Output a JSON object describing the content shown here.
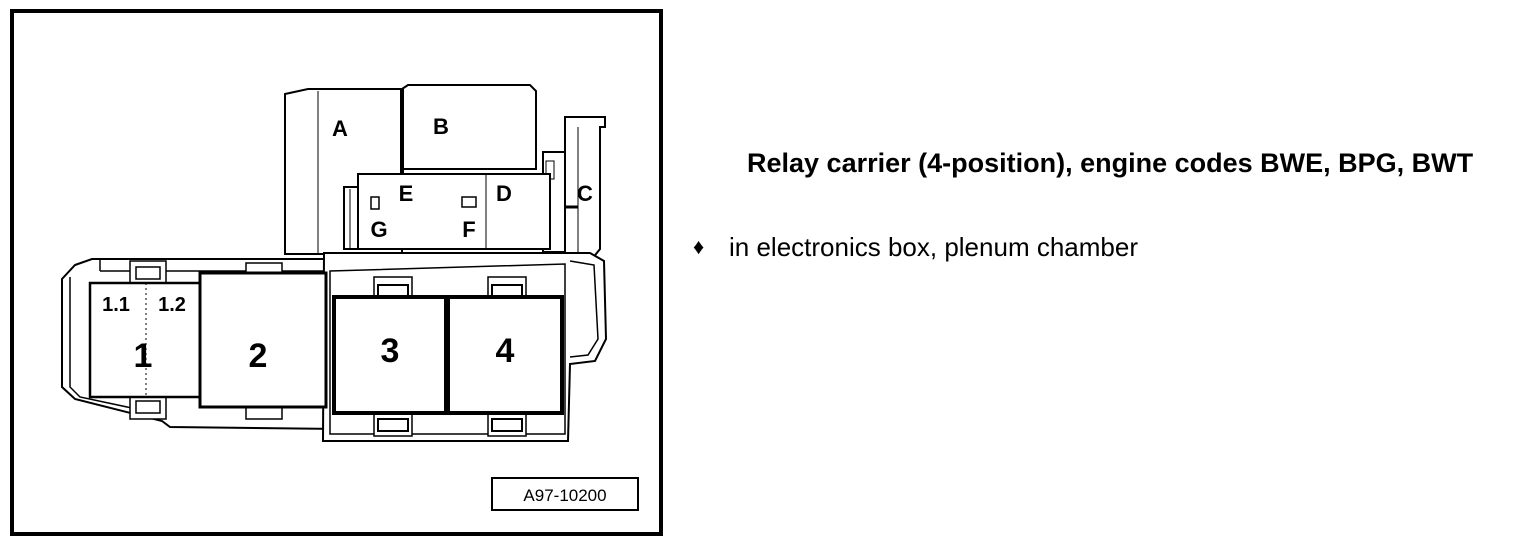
{
  "figure": {
    "ref_code": "A97-10200",
    "labels": {
      "a": "A",
      "b": "B",
      "c": "C",
      "d": "D",
      "e": "E",
      "f": "F",
      "g": "G",
      "r1": "1",
      "r1_1": "1.1",
      "r1_2": "1.2",
      "r2": "2",
      "r3": "3",
      "r4": "4"
    }
  },
  "text": {
    "heading": "Relay carrier (4-position), engine codes BWE, BPG, BWT",
    "bullet_symbol": "♦",
    "bullet_text": "in electronics box, plenum chamber"
  }
}
